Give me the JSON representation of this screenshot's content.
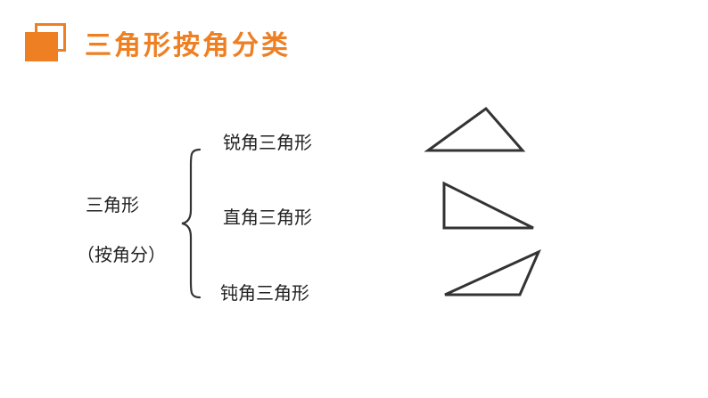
{
  "header": {
    "title": "三角形按角分类",
    "icon": "two-squares-icon",
    "accent_color": "#ee7f22"
  },
  "diagram": {
    "root": {
      "label": "三角形",
      "sublabel": "（按角分）"
    },
    "categories": [
      {
        "label": "锐角三角形",
        "shape": "acute-triangle"
      },
      {
        "label": "直角三角形",
        "shape": "right-triangle"
      },
      {
        "label": "钝角三角形",
        "shape": "obtuse-triangle"
      }
    ],
    "stroke_color": "#333333"
  }
}
